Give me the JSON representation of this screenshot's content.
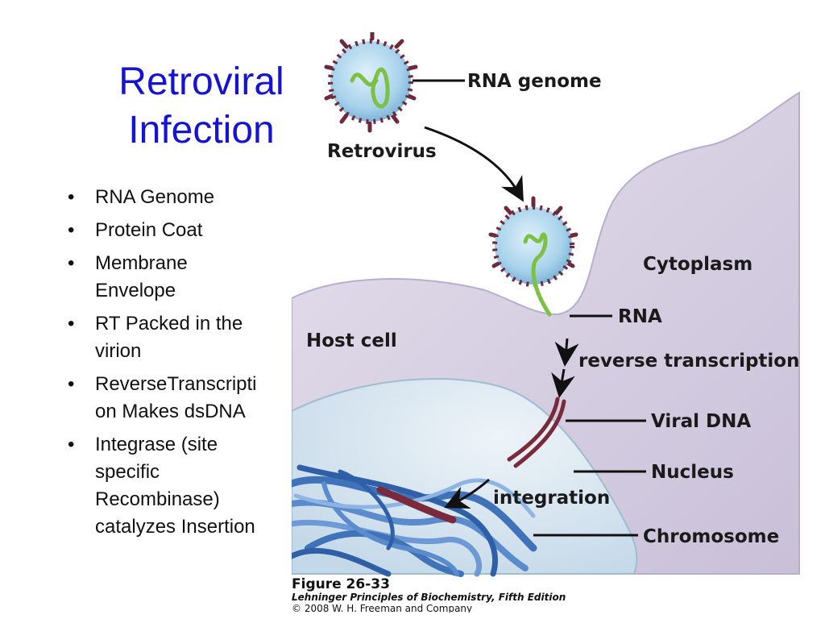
{
  "slide": {
    "title_lines": [
      "Retroviral",
      "Infection"
    ],
    "bullets": [
      {
        "lines": [
          "RNA Genome"
        ]
      },
      {
        "lines": [
          "Protein Coat"
        ]
      },
      {
        "lines": [
          "Membrane",
          "Envelope"
        ]
      },
      {
        "lines": [
          "RT Packed in the",
          "virion"
        ]
      },
      {
        "lines": [
          "ReverseTranscripti",
          "on Makes dsDNA"
        ]
      },
      {
        "lines": [
          "Integrase (site",
          "specific",
          "Recombinase)",
          "catalyzes Insertion"
        ]
      }
    ]
  },
  "figure": {
    "labels": {
      "rna_genome": "RNA genome",
      "retrovirus": "Retrovirus",
      "cytoplasm": "Cytoplasm",
      "rna": "RNA",
      "host_cell": "Host cell",
      "reverse_transcription": "reverse transcription",
      "viral_dna": "Viral DNA",
      "nucleus": "Nucleus",
      "integration": "integration",
      "chromosome": "Chromosome"
    },
    "caption": {
      "figure_number": "Figure 26-33",
      "book": "Lehninger Principles of Biochemistry, Fifth Edition",
      "copyright": "© 2008 W. H. Freeman and Company"
    },
    "colors": {
      "title": "#1414d2",
      "cell": "#d8d1e2",
      "nucleus": "#d4e3ee",
      "chromosome": "#3f72b8",
      "virus_core": "#a9d3ec",
      "virus_spikes": "#6e2a3c",
      "rna_strand": "#7cc044",
      "dna": "#7a2a3a"
    }
  }
}
